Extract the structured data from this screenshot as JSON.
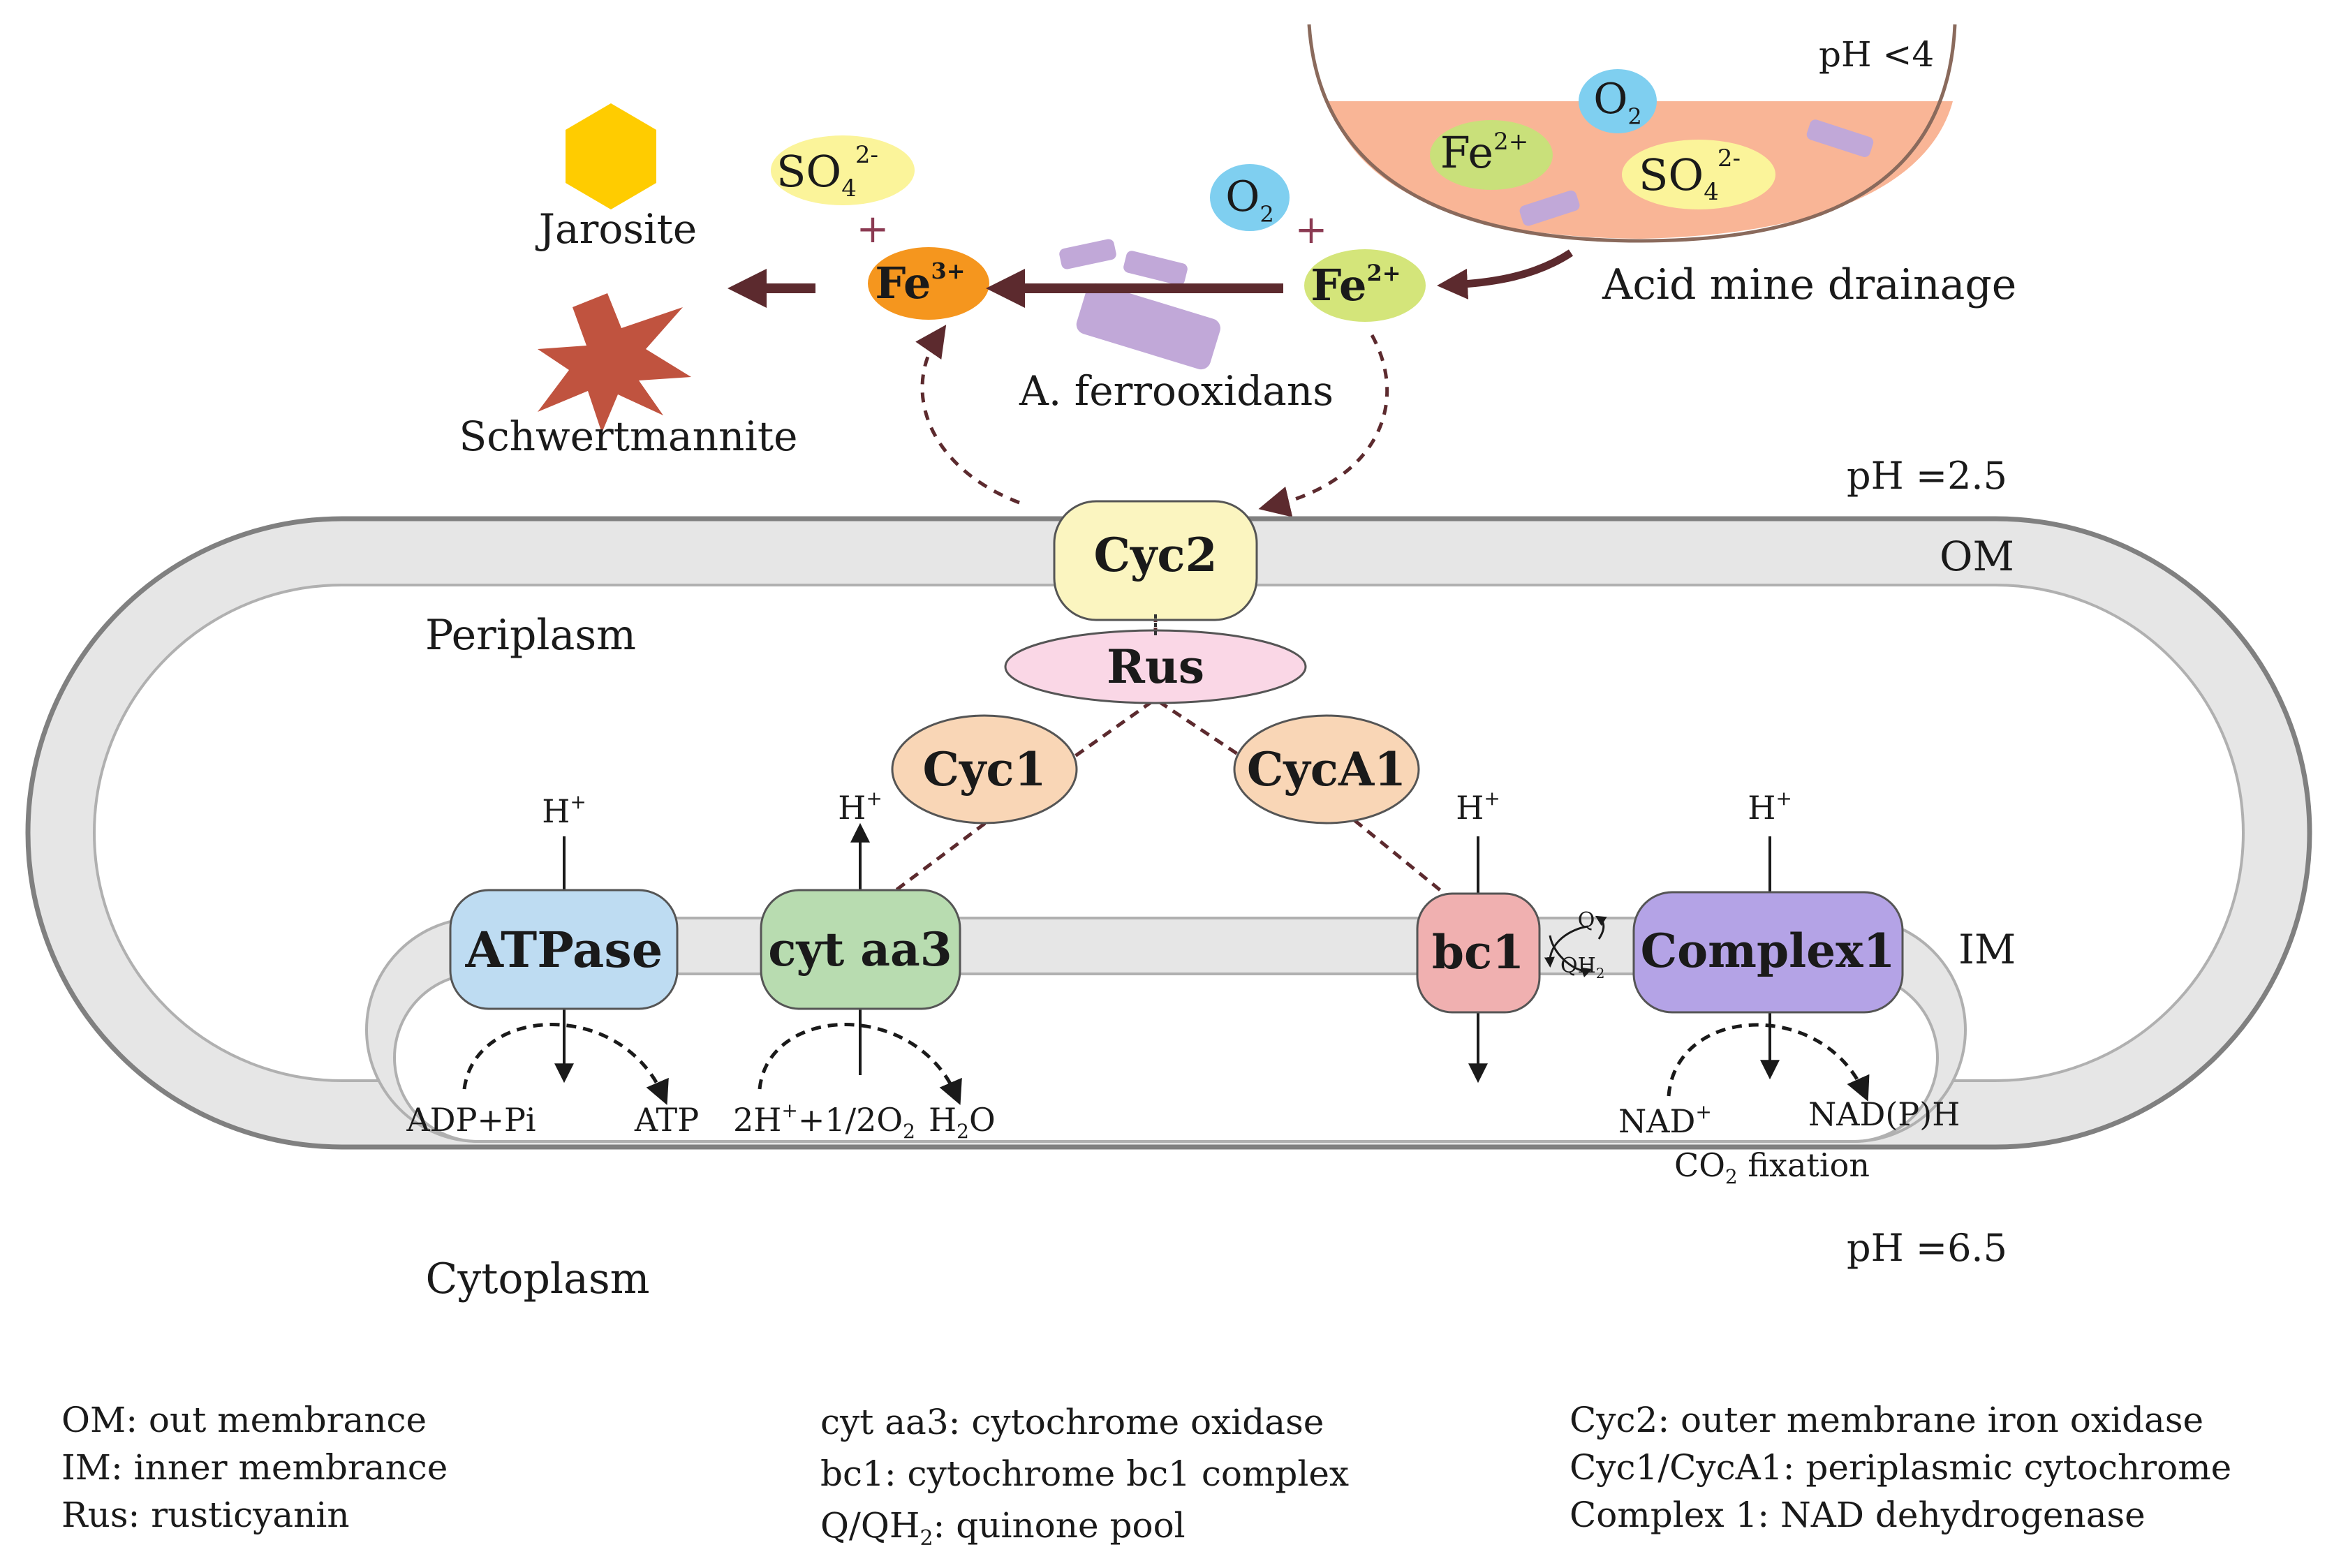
{
  "environment": {
    "ph_amd": "pH <4",
    "o2_amd": "O",
    "o2_amd_sub": "2",
    "fe2_amd": "Fe",
    "fe2_amd_sup": "2+",
    "so4_amd": "SO",
    "so4_amd_sub": "4",
    "so4_amd_sup": "2-",
    "acid_mine_drainage": "Acid mine drainage",
    "so4_top": "SO",
    "so4_top_sub": "4",
    "so4_top_sup": "2-",
    "plus_top": "+",
    "o2_top": "O",
    "o2_top_sub": "2",
    "plus_right": "+",
    "fe3": "Fe",
    "fe3_sup": "3+",
    "fe2": "Fe",
    "fe2_sup": "2+",
    "bacterium": "A. ferrooxidans",
    "jarosite": "Jarosite",
    "schwertmannite": "Schwertmannite"
  },
  "cell": {
    "ph_outer": "pH =2.5",
    "om": "OM",
    "im": "IM",
    "periplasm": "Periplasm",
    "cytoplasm": "Cytoplasm",
    "ph_inner": "pH =6.5"
  },
  "proteins": {
    "cyc2": "Cyc2",
    "rus": "Rus",
    "cyc1": "Cyc1",
    "cyca1": "CycA1",
    "atpase": "ATPase",
    "cytaa3": "cyt aa3",
    "bc1": "bc1",
    "complex1": "Complex1"
  },
  "reactions": {
    "h_plus": "H",
    "h_plus_sup": "+",
    "adp": "ADP+Pi",
    "atp": "ATP",
    "o2_red_a": "2H",
    "o2_red_sup": "+",
    "o2_red_b": "+1/2O",
    "o2_red_sub": "2",
    "h2o_a": "H",
    "h2o_sub": "2",
    "h2o_b": "O",
    "q": "Q",
    "qh2": "QH",
    "qh2_sub": "2",
    "nad": "NAD",
    "nad_sup": "+",
    "nadph": "NAD(P)H",
    "co2_a": "CO",
    "co2_sub": "2",
    "co2_b": " fixation"
  },
  "legend": {
    "col1": [
      "OM: out membrance",
      "IM: inner membrance",
      "Rus: rusticyanin"
    ],
    "col2": [
      "cyt aa3: cytochrome oxidase",
      "bc1: cytochrome bc1 complex",
      "Q/QH"
    ],
    "col2_q_sub": "2",
    "col2_q_tail": ": quinone pool",
    "col3": [
      "Cyc2: outer membrane iron oxidase",
      "Cyc1/CycA1: periplasmic cytochrome",
      "Complex 1: NAD dehydrogenase"
    ]
  },
  "colors": {
    "arrow": "#5c2a2e",
    "membrane": "#e6e6e6",
    "membrane_stroke": "#808080",
    "amd_fill": "#f9b596",
    "fe3": "#f5961e",
    "fe2": "#d4e57a",
    "o2": "#7fcff0",
    "so4": "#fbf49a",
    "jarosite": "#ffcc00",
    "schwertmannite": "#c0533f",
    "bacterium": "#c1a8d8",
    "cyc2": "#fbf5c0",
    "rus": "#fad7e6",
    "cyc1": "#f9d6b6",
    "atpase": "#bedcf2",
    "cytaa3": "#b8dcb0",
    "bc1": "#f0b0b0",
    "complex1": "#b4a3e6"
  }
}
